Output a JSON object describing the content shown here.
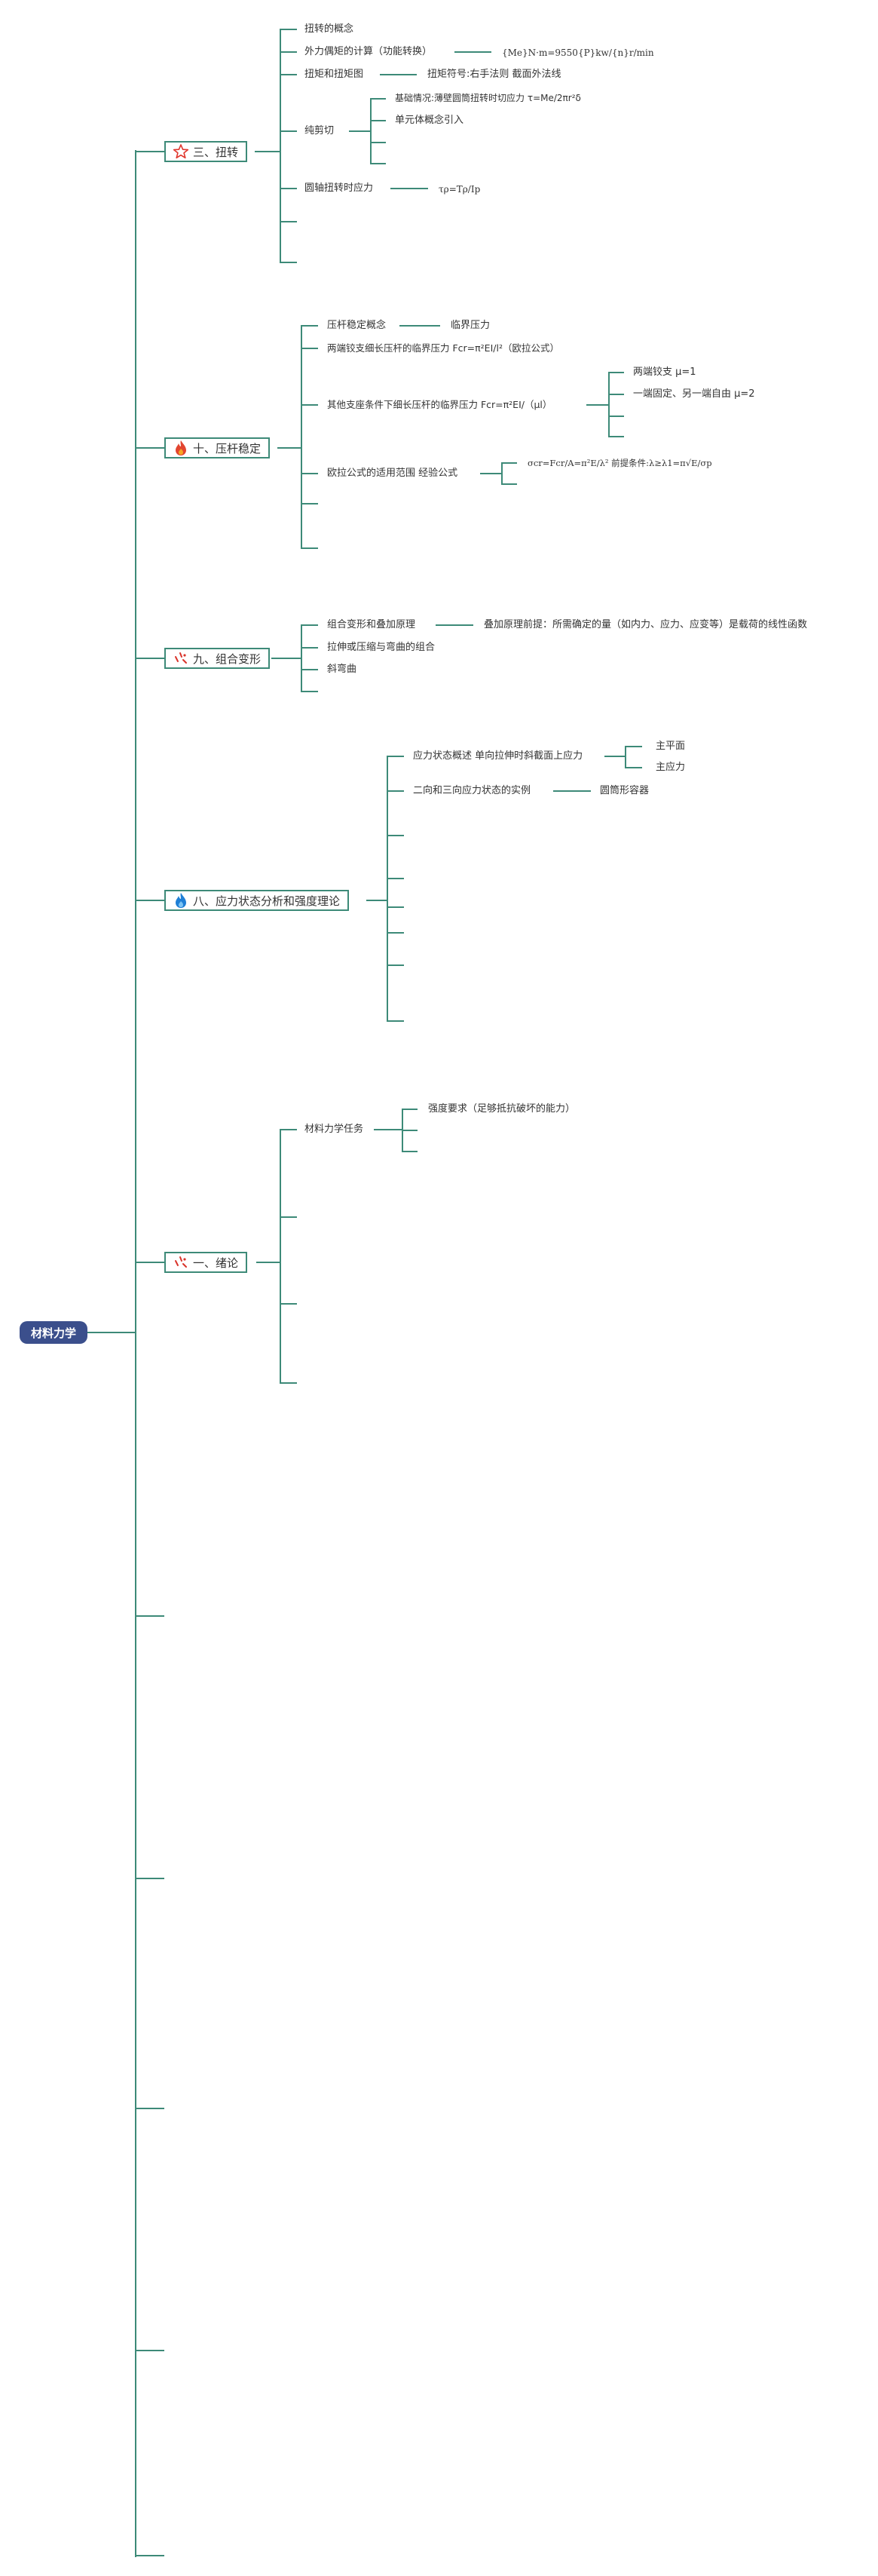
{
  "colors": {
    "line": "#3d8a78",
    "root_bg": "#3b4f8c"
  },
  "root": {
    "label": "材料力学"
  },
  "branches": {
    "torsion": {
      "label": "三、扭转",
      "icon": "star-outline-icon",
      "children": {
        "concept": "扭转的概念",
        "external_moment": "外力偶矩的计算（功能转换）",
        "external_moment_formula": "{Me}N·m=9550{P}kw/{n}r/min",
        "torque_diagram": "扭矩和扭矩图",
        "torque_sign": "扭矩符号:右手法则 截面外法线",
        "pure_shear": "纯剪切",
        "thin_tube": "基础情况:薄壁圆筒扭转时切应力 τ=Me/2πr²δ",
        "unit_body": "单元体概念引入",
        "shaft_stress": "圆轴扭转时应力",
        "shaft_stress_formula": "τρ=Tρ/Ip"
      }
    },
    "stability": {
      "label": "十、压杆稳定",
      "icon": "fire-red-icon",
      "children": {
        "concept": "压杆稳定概念",
        "critical": "临界压力",
        "pinned_critical": "两端铰支细长压杆的临界压力 Fcr=π²EI/l²（欧拉公式）",
        "other_supports": "其他支座条件下细长压杆的临界压力 Fcr=π²EI/（μl）",
        "mu1": "两端铰支 μ=1",
        "mu2": "一端固定、另一端自由 μ=2",
        "euler_range": "欧拉公式的适用范围 经验公式",
        "euler_range_formula": "σcr=Fcr/A=π²E/λ² 前提条件:λ≥λ1=π√E/σp"
      }
    },
    "combined": {
      "label": "九、组合变形",
      "icon": "sparkle-red-icon",
      "children": {
        "superposition": "组合变形和叠加原理",
        "superposition_premise": "叠加原理前提：所需确定的量（如内力、应力、应变等）是载荷的线性函数",
        "tension_bending": "拉伸或压缩与弯曲的组合",
        "oblique_bending": "斜弯曲"
      }
    },
    "stress_state": {
      "label": "八、应力状态分析和强度理论",
      "icon": "fire-blue-icon",
      "children": {
        "overview": "应力状态概述 单向拉伸时斜截面上应力",
        "principal_plane": "主平面",
        "principal_stress": "主应力",
        "biaxial": "二向和三向应力状态的实例",
        "cylinder": "圆筒形容器"
      }
    },
    "intro": {
      "label": "一、绪论",
      "icon": "sparkle-red-icon",
      "children": {
        "task": "材料力学任务",
        "strength": "强度要求（足够抵抗破坏的能力）"
      }
    }
  }
}
